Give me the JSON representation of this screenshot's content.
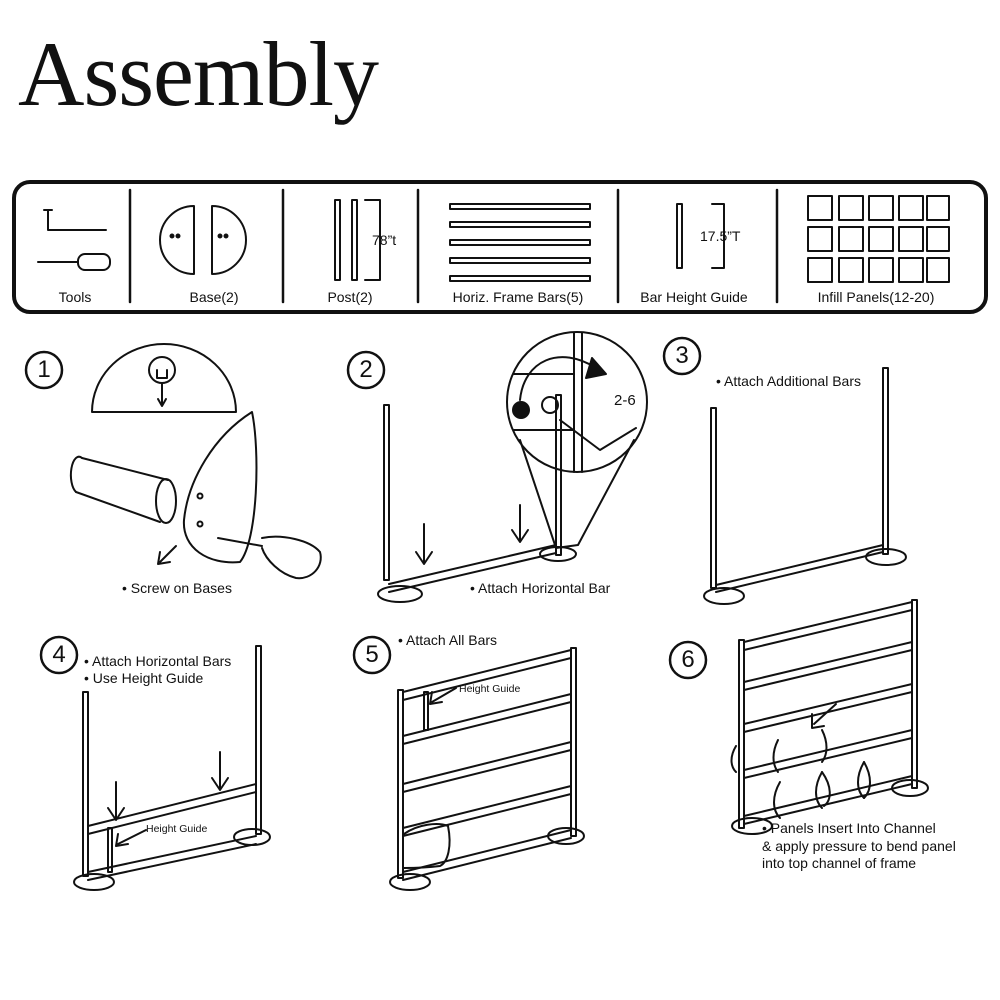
{
  "title": "Assembly",
  "parts": [
    {
      "name": "tools",
      "label": "Tools"
    },
    {
      "name": "base",
      "label": "Base(2)"
    },
    {
      "name": "post",
      "label": "Post(2)",
      "dimension": "78”t"
    },
    {
      "name": "horiz-bars",
      "label": "Horiz. Frame Bars(5)"
    },
    {
      "name": "height-guide",
      "label": "Bar Height Guide",
      "dimension": "17.5”T"
    },
    {
      "name": "infill",
      "label": "Infill Panels(12-20)"
    }
  ],
  "steps": [
    {
      "number": "1",
      "lines": [
        "• Screw on Bases"
      ]
    },
    {
      "number": "2",
      "lines": [
        "• Attach Horizontal Bar"
      ],
      "callout": "2-6"
    },
    {
      "number": "3",
      "lines": [
        "• Attach  Additional Bars"
      ]
    },
    {
      "number": "4",
      "lines": [
        "• Attach Horizontal Bars",
        "• Use Height Guide"
      ],
      "sublabel": "Height Guide"
    },
    {
      "number": "5",
      "lines": [
        "• Attach  All Bars"
      ],
      "sublabel": "Height Guide"
    },
    {
      "number": "6",
      "lines": [
        "• Panels Insert Into Channel",
        "& apply pressure to bend panel",
        "into top channel of frame"
      ]
    }
  ]
}
